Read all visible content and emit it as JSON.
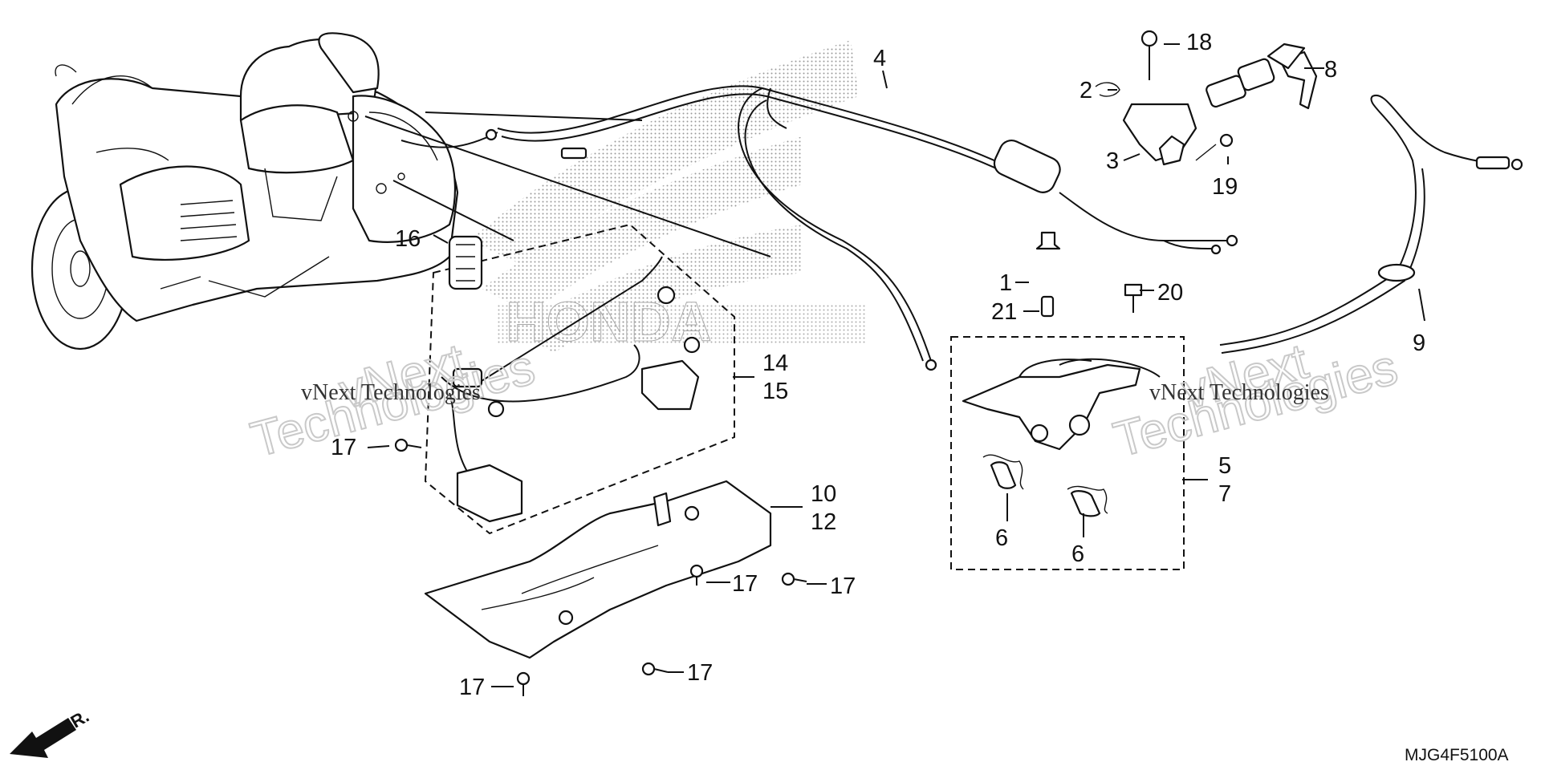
{
  "diagram": {
    "code": "MJG4F5100A",
    "front_label": "FR.",
    "watermark": {
      "line1": "vNext Technologies",
      "big1": "vNext",
      "big2": "Technologies"
    },
    "brand_text": "HONDA",
    "callouts": {
      "c1": "1",
      "c2": "2",
      "c3": "3",
      "c4": "4",
      "c5": "5",
      "c7": "7",
      "c6a": "6",
      "c6b": "6",
      "c8": "8",
      "c9": "9",
      "c10": "10",
      "c12": "12",
      "c14": "14",
      "c15": "15",
      "c16": "16",
      "c17a": "17",
      "c17b": "17",
      "c17c": "17",
      "c17d": "17",
      "c17e": "17",
      "c18": "18",
      "c19": "19",
      "c20": "20",
      "c21": "21"
    }
  }
}
